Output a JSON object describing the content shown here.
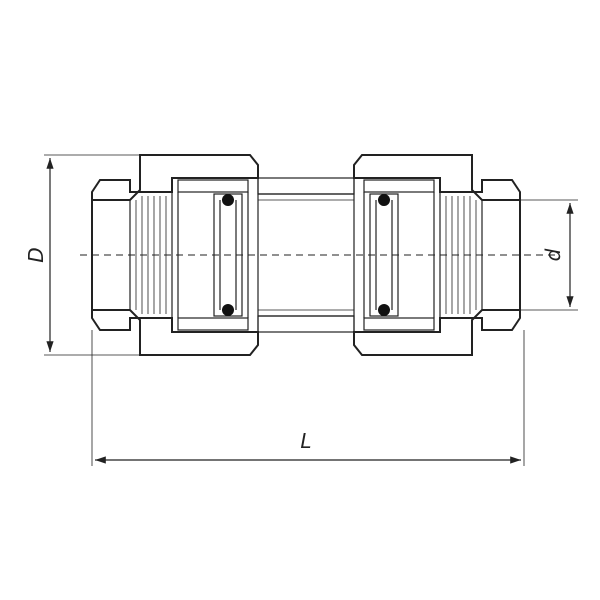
{
  "dimensions": {
    "outer_diameter_label": "D",
    "inner_diameter_label": "d",
    "length_label": "L"
  }
}
